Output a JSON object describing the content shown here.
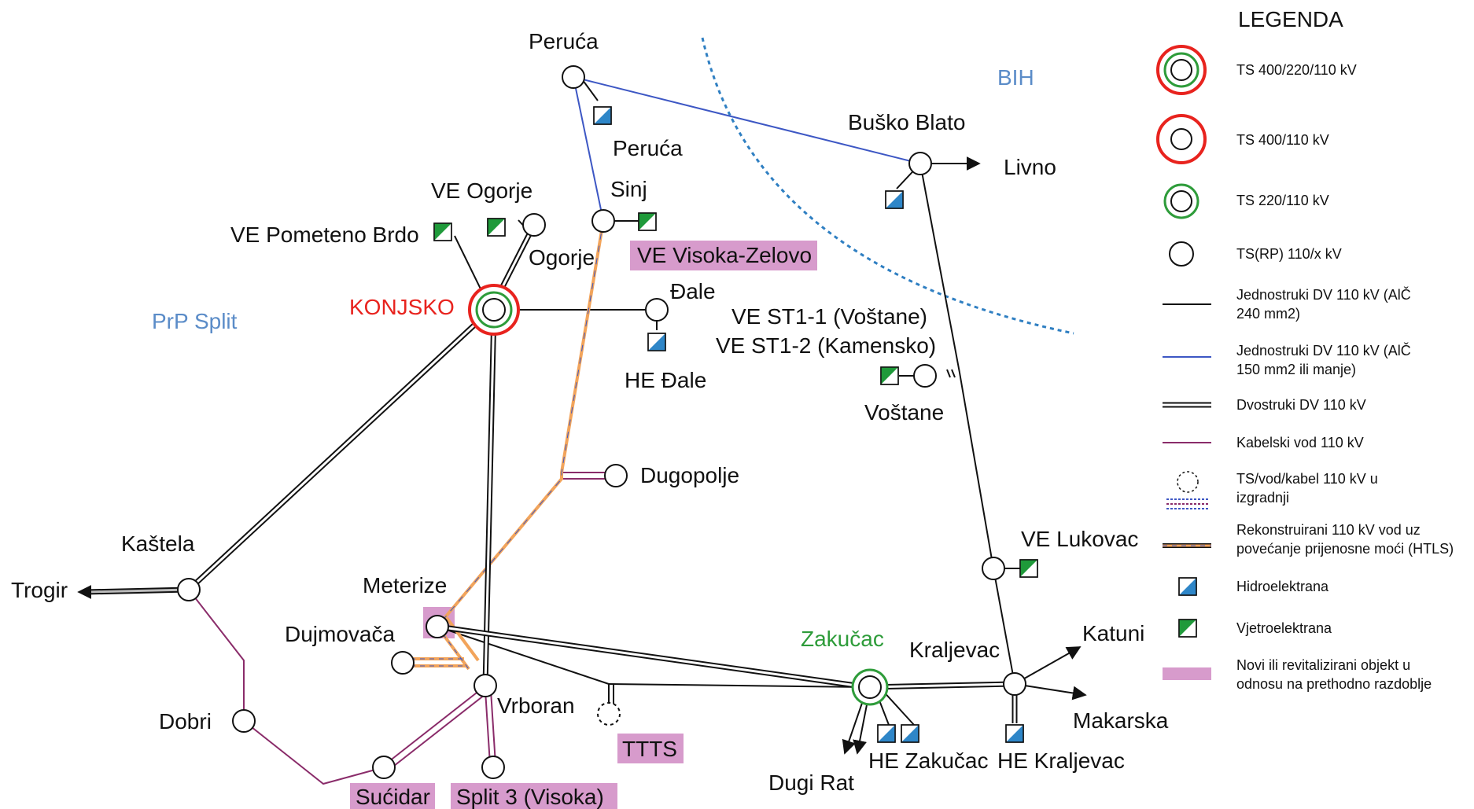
{
  "colors": {
    "single_line": "#111111",
    "thin_line": "#3d57c4",
    "cable": "#8a2c6a",
    "htls_orange": "#f2a45b",
    "ts400": "#e8231e",
    "ts220": "#2e9c3a",
    "highlight": "#d79bcc",
    "border": "#2f7fc2",
    "hydro": "#2e86c8",
    "wind": "#1f9a3a"
  },
  "regions": {
    "bih": "BIH",
    "prp_split": "PrP Split"
  },
  "substations": {
    "konjsko": "KONJSKO",
    "zakucac": "Zakučac",
    "peruca": "Peruća",
    "busko_blato": "Buško Blato",
    "sinj": "Sinj",
    "ogorje": "Ogorje",
    "dale": "Đale",
    "vostane": "Voštane",
    "dugopolje": "Dugopolje",
    "kastela": "Kaštela",
    "meterize": "Meterize",
    "dujmovaca": "Dujmovača",
    "vrboran": "Vrboran",
    "dobri": "Dobri",
    "sucidar": "Sućidar",
    "split3": "Split 3 (Visoka)",
    "ttts": "TTTS",
    "kraljevac": "Kraljevac",
    "lukovac": "VE Lukovac"
  },
  "plants": {
    "peruca_he": "Peruća",
    "ve_ogorje": "VE Ogorje",
    "ve_pometeno": "VE Pometeno Brdo",
    "ve_visoka": "VE Visoka-Zelovo",
    "he_dale": "HE Đale",
    "ve_st1_1": "VE ST1-1 (Voštane)",
    "ve_st1_2": "VE ST1-2 (Kamensko)",
    "he_zakucac": "HE Zakučac",
    "he_kraljevac": "HE Kraljevac"
  },
  "exits": {
    "livno": "Livno",
    "trogir": "Trogir",
    "katuni": "Katuni",
    "makarska": "Makarska",
    "dugi_rat": "Dugi Rat"
  },
  "legend": {
    "title": "LEGENDA",
    "items": [
      {
        "line1": "TS 400/220/110 kV",
        "line2": ""
      },
      {
        "line1": "TS 400/110 kV",
        "line2": ""
      },
      {
        "line1": "TS 220/110 kV",
        "line2": ""
      },
      {
        "line1": "TS(RP) 110/x kV",
        "line2": ""
      },
      {
        "line1": "Jednostruki DV 110 kV (AlČ",
        "line2": "240 mm2)"
      },
      {
        "line1": "Jednostruki DV 110 kV (AlČ",
        "line2": "150 mm2 ili manje)"
      },
      {
        "line1": "Dvostruki DV 110 kV",
        "line2": ""
      },
      {
        "line1": "Kabelski vod 110 kV",
        "line2": ""
      },
      {
        "line1": "TS/vod/kabel 110 kV u",
        "line2": "izgradnji"
      },
      {
        "line1": "Rekonstruirani 110 kV vod uz",
        "line2": "povećanje prijenosne moći (HTLS)"
      },
      {
        "line1": "Hidroelektrana",
        "line2": ""
      },
      {
        "line1": "Vjetroelektrana",
        "line2": ""
      },
      {
        "line1": "Novi ili revitalizirani objekt u",
        "line2": "odnosu na prethodno razdoblje"
      }
    ]
  }
}
